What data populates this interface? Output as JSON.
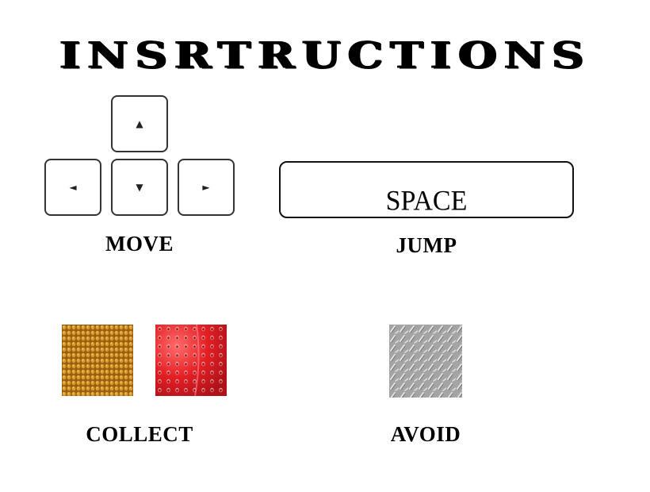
{
  "title": "INSRTRUCTIONS",
  "move": {
    "keys": {
      "up": "▲",
      "left": "◄",
      "down": "▼",
      "right": "►"
    },
    "label": "MOVE"
  },
  "jump": {
    "key_label": "SPACE",
    "label": "JUMP"
  },
  "collect": {
    "label": "COLLECT",
    "items": [
      "cracker-tile",
      "strawberry-tile"
    ]
  },
  "avoid": {
    "label": "AVOID",
    "items": [
      "metal-plate-tile"
    ]
  },
  "colors": {
    "cracker": "#c2861e",
    "strawberry": "#e01e24",
    "metal": "#a9a9a9"
  }
}
